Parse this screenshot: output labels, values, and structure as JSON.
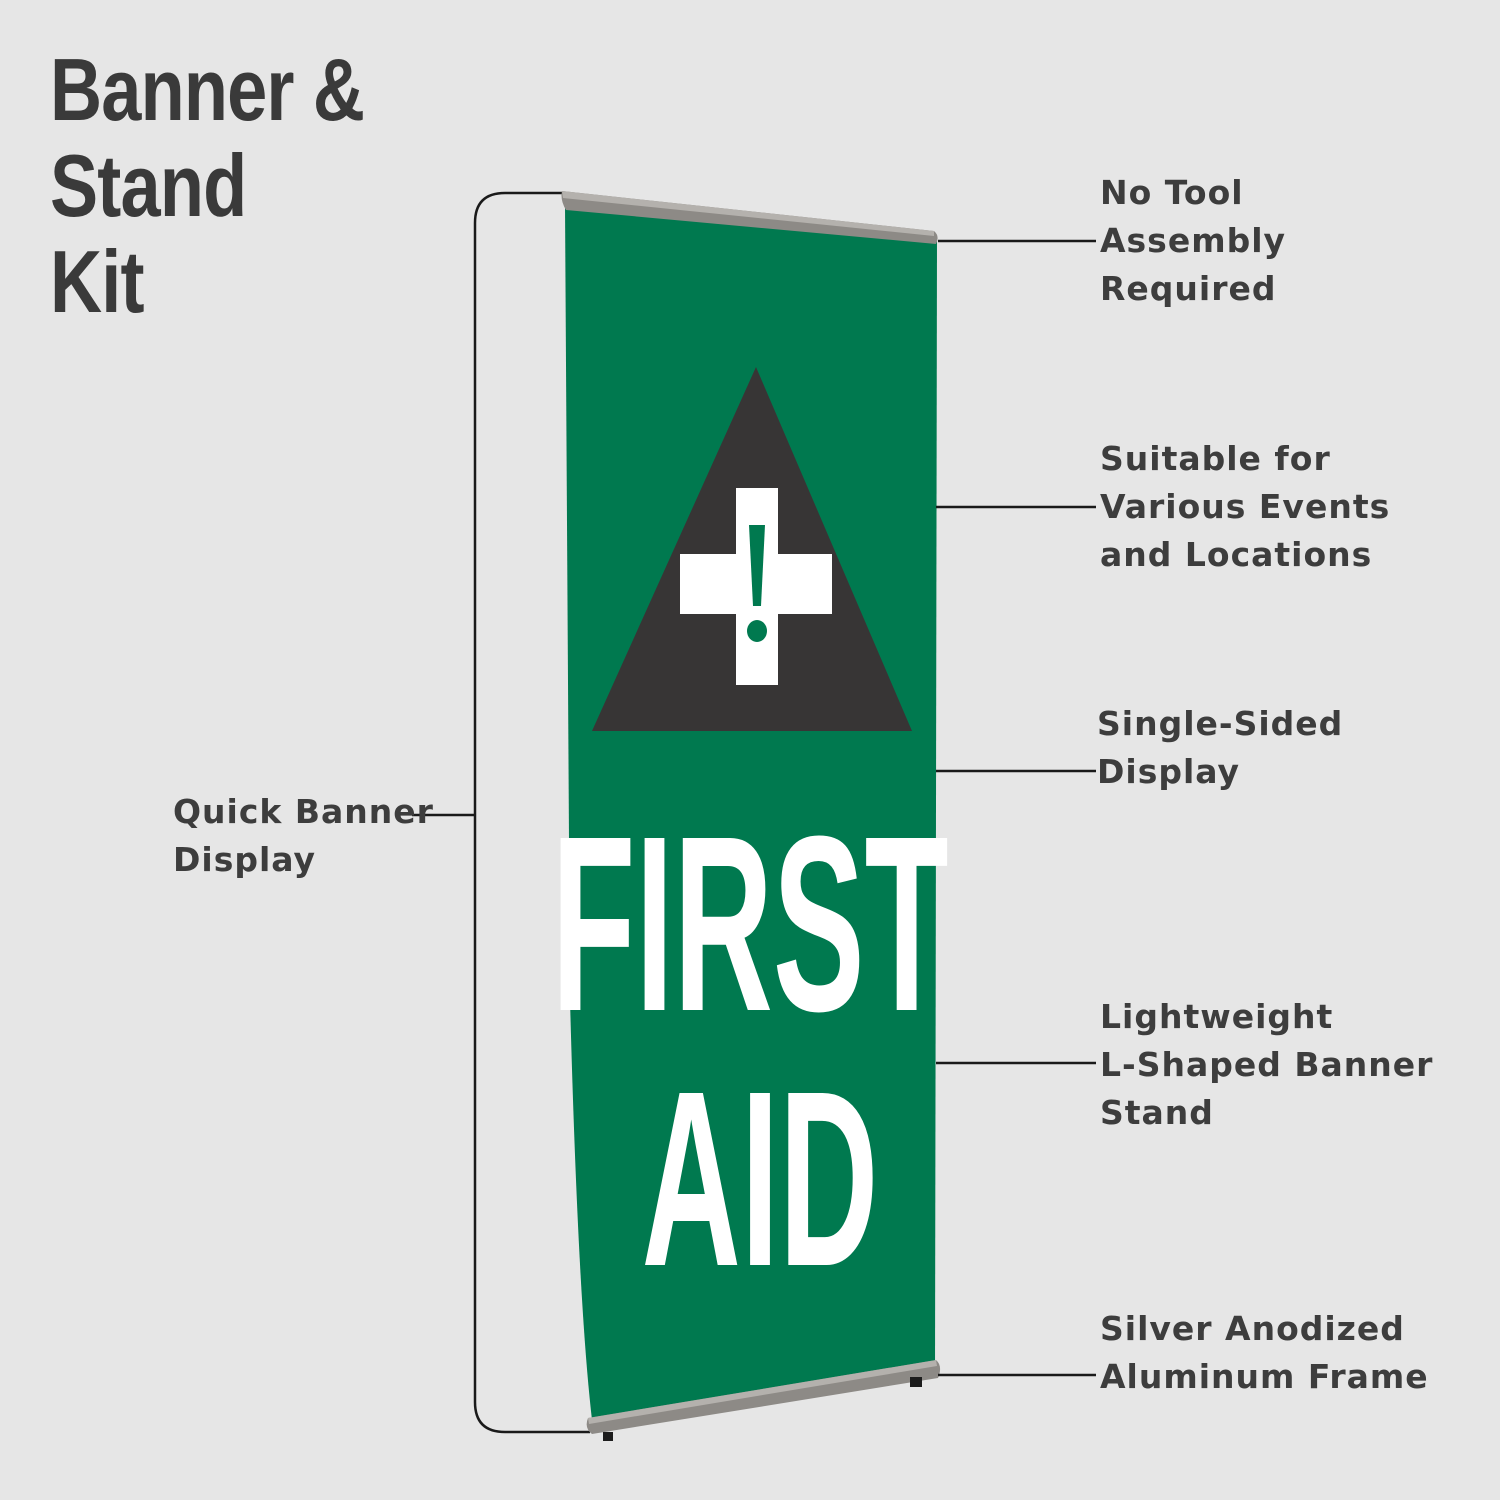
{
  "title": {
    "lines": [
      "Banner &",
      "Stand",
      "Kit"
    ]
  },
  "banner": {
    "lines": [
      "FIRST",
      "AID"
    ],
    "symbol": "exclamation",
    "background_color": "#00794f",
    "triangle_color": "#373535",
    "text_color": "#ffffff"
  },
  "icons": {
    "warning_triangle": "triangle-icon",
    "first_aid_cross": "cross-icon"
  },
  "callouts": {
    "no_tool": {
      "lines": [
        "No Tool",
        "Assembly",
        "Required"
      ]
    },
    "suitable": {
      "lines": [
        "Suitable for",
        "Various Events",
        "and Locations"
      ]
    },
    "single_sided": {
      "lines": [
        "Single-Sided",
        "Display"
      ]
    },
    "lightweight": {
      "lines": [
        "Lightweight",
        "L-Shaped Banner",
        "Stand"
      ]
    },
    "silver": {
      "lines": [
        "Silver Anodized",
        "Aluminum Frame"
      ]
    },
    "quick": {
      "lines": [
        "Quick Banner",
        "Display"
      ]
    }
  }
}
